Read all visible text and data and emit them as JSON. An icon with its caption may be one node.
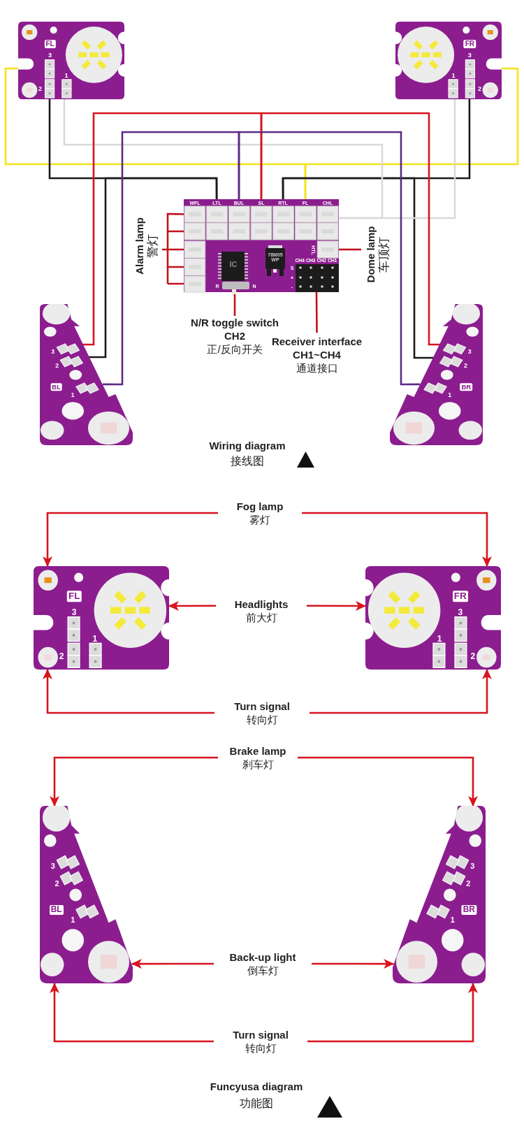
{
  "diagram": {
    "nodes": [
      {
        "text": [
          "FL",
          "3",
          "1",
          "2"
        ]
      },
      {
        "text": [
          "FR",
          "3",
          "1",
          "2"
        ]
      },
      {
        "text": [
          "WFL",
          "LTL",
          "BUL",
          "SL",
          "RTL",
          "FL",
          "CHL",
          "HTL",
          "IC",
          "R",
          "N",
          "78M05 WP",
          "CH4",
          "CH3",
          "CH2",
          "CH1",
          "S",
          "+",
          "-"
        ]
      },
      {
        "text": [
          "Alarm lamp",
          "警灯"
        ]
      },
      {
        "text": [
          "Dome lamp",
          "车顶灯"
        ]
      },
      {
        "text": [
          "3",
          "2",
          "BL",
          "1"
        ]
      },
      {
        "text": [
          "3",
          "2",
          "BR",
          "1"
        ]
      },
      {
        "text": [
          "N/R toggle switch CH2",
          "正/反向开关"
        ]
      },
      {
        "text": [
          "Receiver interface CH1~CH4",
          "通道接口"
        ]
      },
      {
        "text": [
          "Fog lamp",
          "雾灯"
        ]
      },
      {
        "text": [
          "FL",
          "3",
          "1",
          "2"
        ]
      },
      {
        "text": [
          "Headlights",
          "前大灯"
        ]
      },
      {
        "text": [
          "FR",
          "3",
          "1",
          "2"
        ]
      },
      {
        "text": [
          "Turn signal",
          "转向灯"
        ]
      },
      {
        "text": [
          "Brake lamp",
          "刹车灯"
        ]
      },
      {
        "text": [
          "3",
          "2",
          "BL",
          "1"
        ]
      },
      {
        "text": [
          "3",
          "2",
          "BR",
          "1"
        ]
      },
      {
        "text": [
          "Back-up light",
          "倒车灯"
        ]
      },
      {
        "text": [
          "Turn signal",
          "转向灯"
        ]
      }
    ],
    "edges": [
      {
        "from": 2,
        "to": 0,
        "arrow": "none",
        "color": "#f2e41c"
      },
      {
        "from": 2,
        "to": 1,
        "arrow": "none",
        "color": "#f2e41c"
      },
      {
        "from": 2,
        "to": 0,
        "arrow": "none",
        "color": "#1a1a1a"
      },
      {
        "from": 2,
        "to": 5,
        "arrow": "none",
        "color": "#1a1a1a"
      },
      {
        "from": 2,
        "to": 1,
        "arrow": "none",
        "color": "#1a1a1a"
      },
      {
        "from": 2,
        "to": 6,
        "arrow": "none",
        "color": "#1a1a1a"
      },
      {
        "from": 2,
        "to": 0,
        "arrow": "none",
        "color": "#d9d9d9"
      },
      {
        "from": 2,
        "to": 1,
        "arrow": "none",
        "color": "#d9d9d9"
      },
      {
        "from": 2,
        "to": 5,
        "arrow": "none",
        "color": "#d7141f"
      },
      {
        "from": 2,
        "to": 6,
        "arrow": "none",
        "color": "#d7141f"
      },
      {
        "from": 2,
        "to": 5,
        "arrow": "none",
        "color": "#5b2a86"
      },
      {
        "from": 2,
        "to": 6,
        "arrow": "none",
        "color": "#5b2a86"
      },
      {
        "from": 2,
        "to": 3,
        "arrow": "none",
        "color": "#c0121c"
      },
      {
        "from": 2,
        "to": 4,
        "arrow": "none",
        "color": "#c0121c"
      },
      {
        "from": 2,
        "to": 7,
        "arrow": "none",
        "color": "#c0121c"
      },
      {
        "from": 2,
        "to": 8,
        "arrow": "none",
        "color": "#c0121c"
      },
      {
        "from": 9,
        "to": 10,
        "arrow": "to",
        "color": "#d7141f"
      },
      {
        "from": 9,
        "to": 12,
        "arrow": "to",
        "color": "#d7141f"
      },
      {
        "from": 11,
        "to": 10,
        "arrow": "to",
        "color": "#d7141f"
      },
      {
        "from": 11,
        "to": 12,
        "arrow": "to",
        "color": "#d7141f"
      },
      {
        "from": 13,
        "to": 10,
        "arrow": "to",
        "color": "#d7141f"
      },
      {
        "from": 13,
        "to": 12,
        "arrow": "to",
        "color": "#d7141f"
      },
      {
        "from": 14,
        "to": 15,
        "arrow": "to",
        "color": "#d7141f"
      },
      {
        "from": 14,
        "to": 16,
        "arrow": "to",
        "color": "#d7141f"
      },
      {
        "from": 17,
        "to": 15,
        "arrow": "to",
        "color": "#d7141f"
      },
      {
        "from": 17,
        "to": 16,
        "arrow": "to",
        "color": "#d7141f"
      },
      {
        "from": 18,
        "to": 15,
        "arrow": "to",
        "color": "#d7141f"
      },
      {
        "from": 18,
        "to": 16,
        "arrow": "to",
        "color": "#d7141f"
      }
    ],
    "labels": [
      "Wiring diagram",
      "接线图",
      "Funcyusa diagram",
      "功能图"
    ]
  }
}
